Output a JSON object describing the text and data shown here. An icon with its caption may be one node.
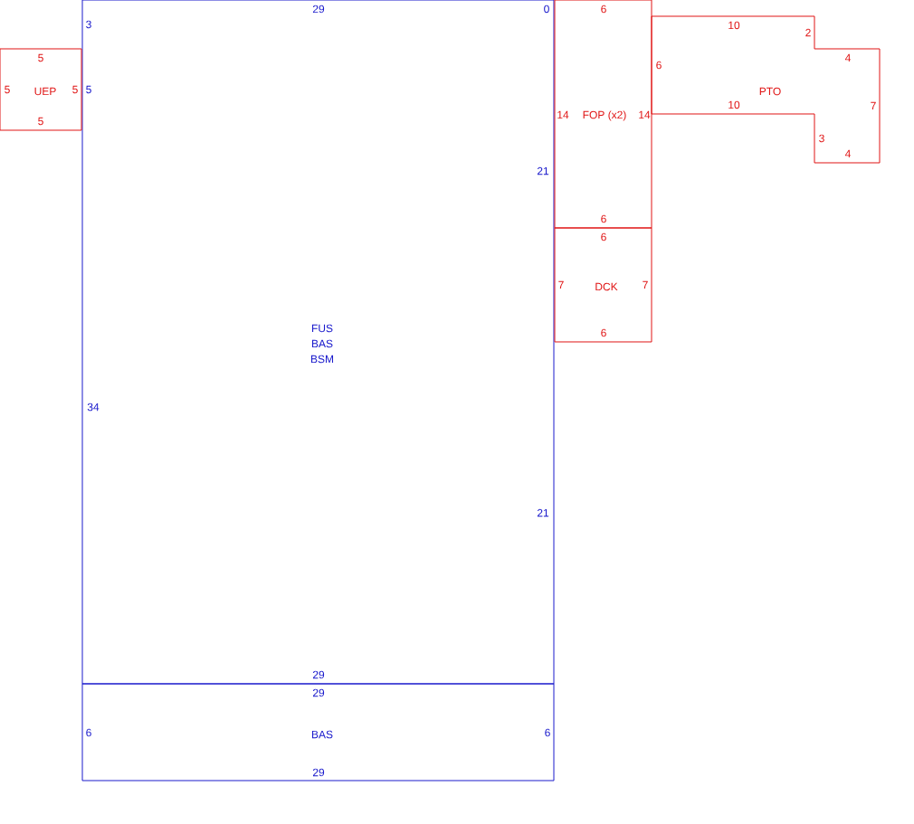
{
  "diagram": {
    "nodes": [
      {
        "text": [
          "FUS BAS BSM"
        ]
      },
      {
        "text": [
          "BAS"
        ]
      },
      {
        "text": [
          "UEP"
        ]
      },
      {
        "text": [
          "FOP (x2)"
        ]
      },
      {
        "text": [
          "DCK"
        ]
      },
      {
        "text": [
          "PTO"
        ]
      }
    ],
    "labels": [
      "29",
      "0",
      "6",
      "3",
      "10",
      "2",
      "5",
      "4",
      "6",
      "5",
      "5",
      "5",
      "14",
      "14",
      "10",
      "7",
      "5",
      "3",
      "4",
      "21",
      "6",
      "6",
      "7",
      "7",
      "6",
      "34",
      "21",
      "29",
      "29",
      "6",
      "6",
      "29"
    ]
  }
}
